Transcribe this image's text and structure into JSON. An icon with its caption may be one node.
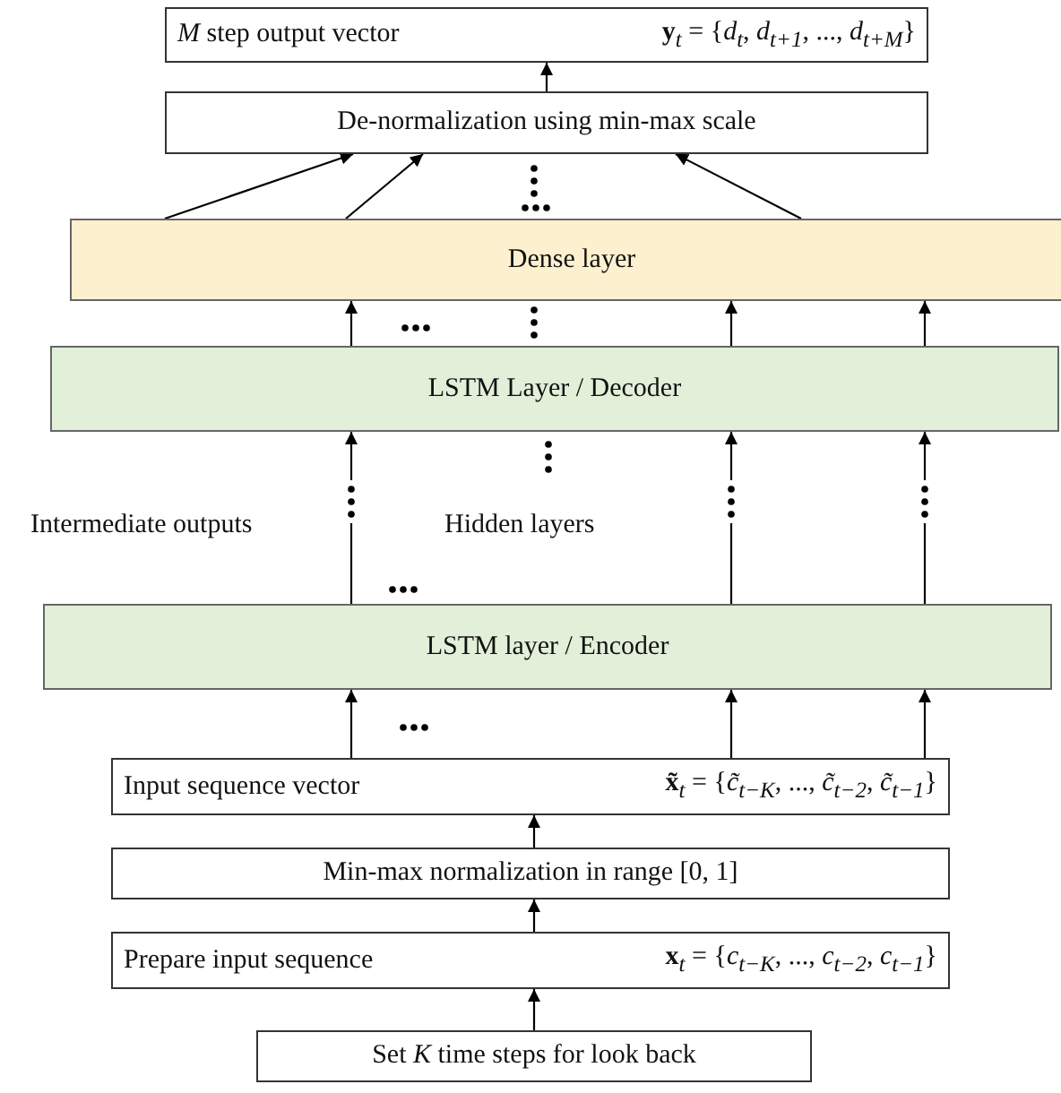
{
  "diagram": {
    "nodes": [
      {
        "text": [
          "*M* step output vector",
          "**y**$_{t}$ = {*d*$_{t}$, *d*$_{t+1}$, ..., *d*$_{t+M}$}"
        ]
      },
      {
        "text": [
          "De-normalization using min-max scale"
        ]
      },
      {
        "text": [
          "Dense layer"
        ]
      },
      {
        "text": [
          "LSTM Layer / Decoder"
        ]
      },
      {
        "text": [
          "LSTM layer / Encoder"
        ]
      },
      {
        "text": [
          "Input sequence vector",
          "**x̃**$_{t}$ = {*c̃*$_{t−K}$, ..., *c̃*$_{t−2}$, *c̃*$_{t−1}$}"
        ]
      },
      {
        "text": [
          "Min-max normalization in range [0, 1]"
        ]
      },
      {
        "text": [
          "Prepare input sequence",
          "**x**$_{t}$ = {*c*$_{t−K}$, ..., *c*$_{t−2}$, *c*$_{t−1}$}"
        ]
      },
      {
        "text": [
          "Set *K* time steps for look back"
        ]
      }
    ],
    "edges": [
      {
        "from": 8,
        "to": 7,
        "arrow": "to"
      },
      {
        "from": 7,
        "to": 6,
        "arrow": "to"
      },
      {
        "from": 6,
        "to": 5,
        "arrow": "to"
      },
      {
        "from": 5,
        "to": 4,
        "arrow": "to"
      },
      {
        "from": 5,
        "to": 4,
        "arrow": "to"
      },
      {
        "from": 5,
        "to": 4,
        "arrow": "to"
      },
      {
        "from": 4,
        "to": 3,
        "arrow": "to"
      },
      {
        "from": 4,
        "to": 3,
        "arrow": "to"
      },
      {
        "from": 4,
        "to": 3,
        "arrow": "to"
      },
      {
        "from": 3,
        "to": 2,
        "arrow": "to"
      },
      {
        "from": 3,
        "to": 2,
        "arrow": "to"
      },
      {
        "from": 3,
        "to": 2,
        "arrow": "to"
      },
      {
        "from": 2,
        "to": 1,
        "arrow": "to"
      },
      {
        "from": 2,
        "to": 1,
        "arrow": "to"
      },
      {
        "from": 2,
        "to": 1,
        "arrow": "to"
      },
      {
        "from": 1,
        "to": 0,
        "arrow": "to"
      }
    ],
    "labels": [
      "Intermediate outputs",
      "Hidden layers"
    ]
  }
}
